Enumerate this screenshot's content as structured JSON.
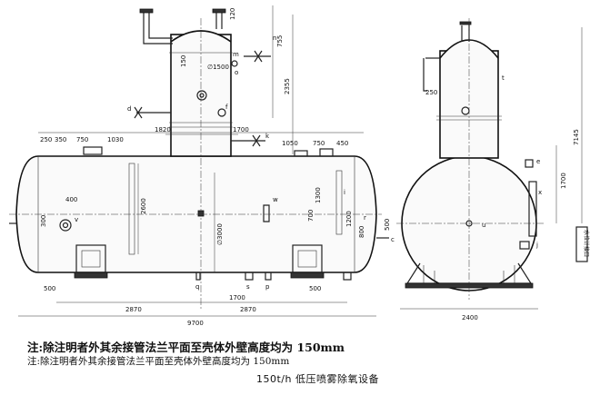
{
  "notes": {
    "primary": "注:除注明者外其余接管法兰平面至壳体外壁高度均为 150mm",
    "secondary": "注:除注明者外其余接管法兰平面至壳体外壁高度均为 150mm"
  },
  "caption": "150t/h 低压喷雾除氧设备",
  "dimensions": {
    "d_120": "120",
    "d_755": "755",
    "d_150": "150",
    "d_1500": "∅1500",
    "d_2355": "2355",
    "d_1820": "1820",
    "d_1700_top": "1700",
    "d_250a": "250",
    "d_350": "350",
    "d_750a": "750",
    "d_1030": "1030",
    "d_1050": "1050",
    "d_750b": "750",
    "d_450": "450",
    "d_400": "400",
    "d_300": "300",
    "d_2600": "2600",
    "d_3000": "∅3000",
    "d_1300": "1300",
    "d_700": "700",
    "d_1200": "1200",
    "d_800": "800",
    "d_500a": "500",
    "d_500b": "500",
    "d_500c": "500",
    "d_1700_bot": "1700",
    "d_2870a": "2870",
    "d_2870b": "2870",
    "d_9700": "9700",
    "d_250_side": "250",
    "d_7145": "7145",
    "d_1700_side": "1700",
    "d_2400": "2400",
    "side_box": "水位计接口"
  },
  "labels": {
    "n": "n",
    "d": "d",
    "f": "f",
    "k": "k",
    "m": "m",
    "o": "o",
    "v": "v",
    "r": "r",
    "i": "i",
    "w": "w",
    "c": "c",
    "q": "q",
    "s": "s",
    "p": "p",
    "e": "e",
    "x": "x",
    "j": "j",
    "t": "t",
    "u": "u"
  }
}
